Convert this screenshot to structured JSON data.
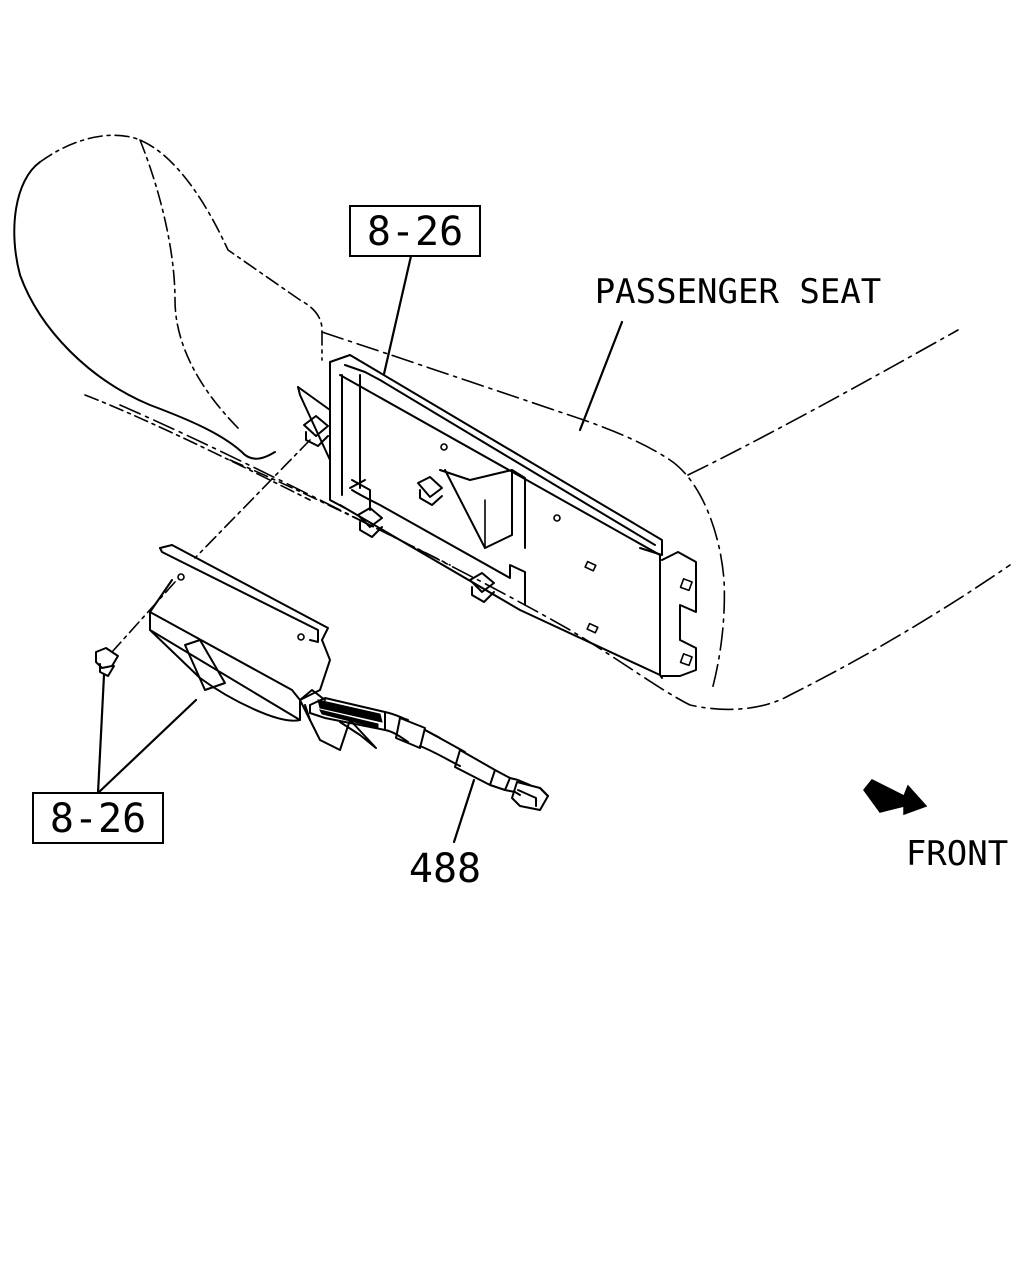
{
  "labels": {
    "ref_top": "8-26",
    "ref_bottom": "8-26",
    "part_number": "488",
    "passenger_seat": "PASSENGER SEAT",
    "front": "FRONT"
  },
  "icons": {
    "front_arrow": "arrow-right-down-icon"
  }
}
